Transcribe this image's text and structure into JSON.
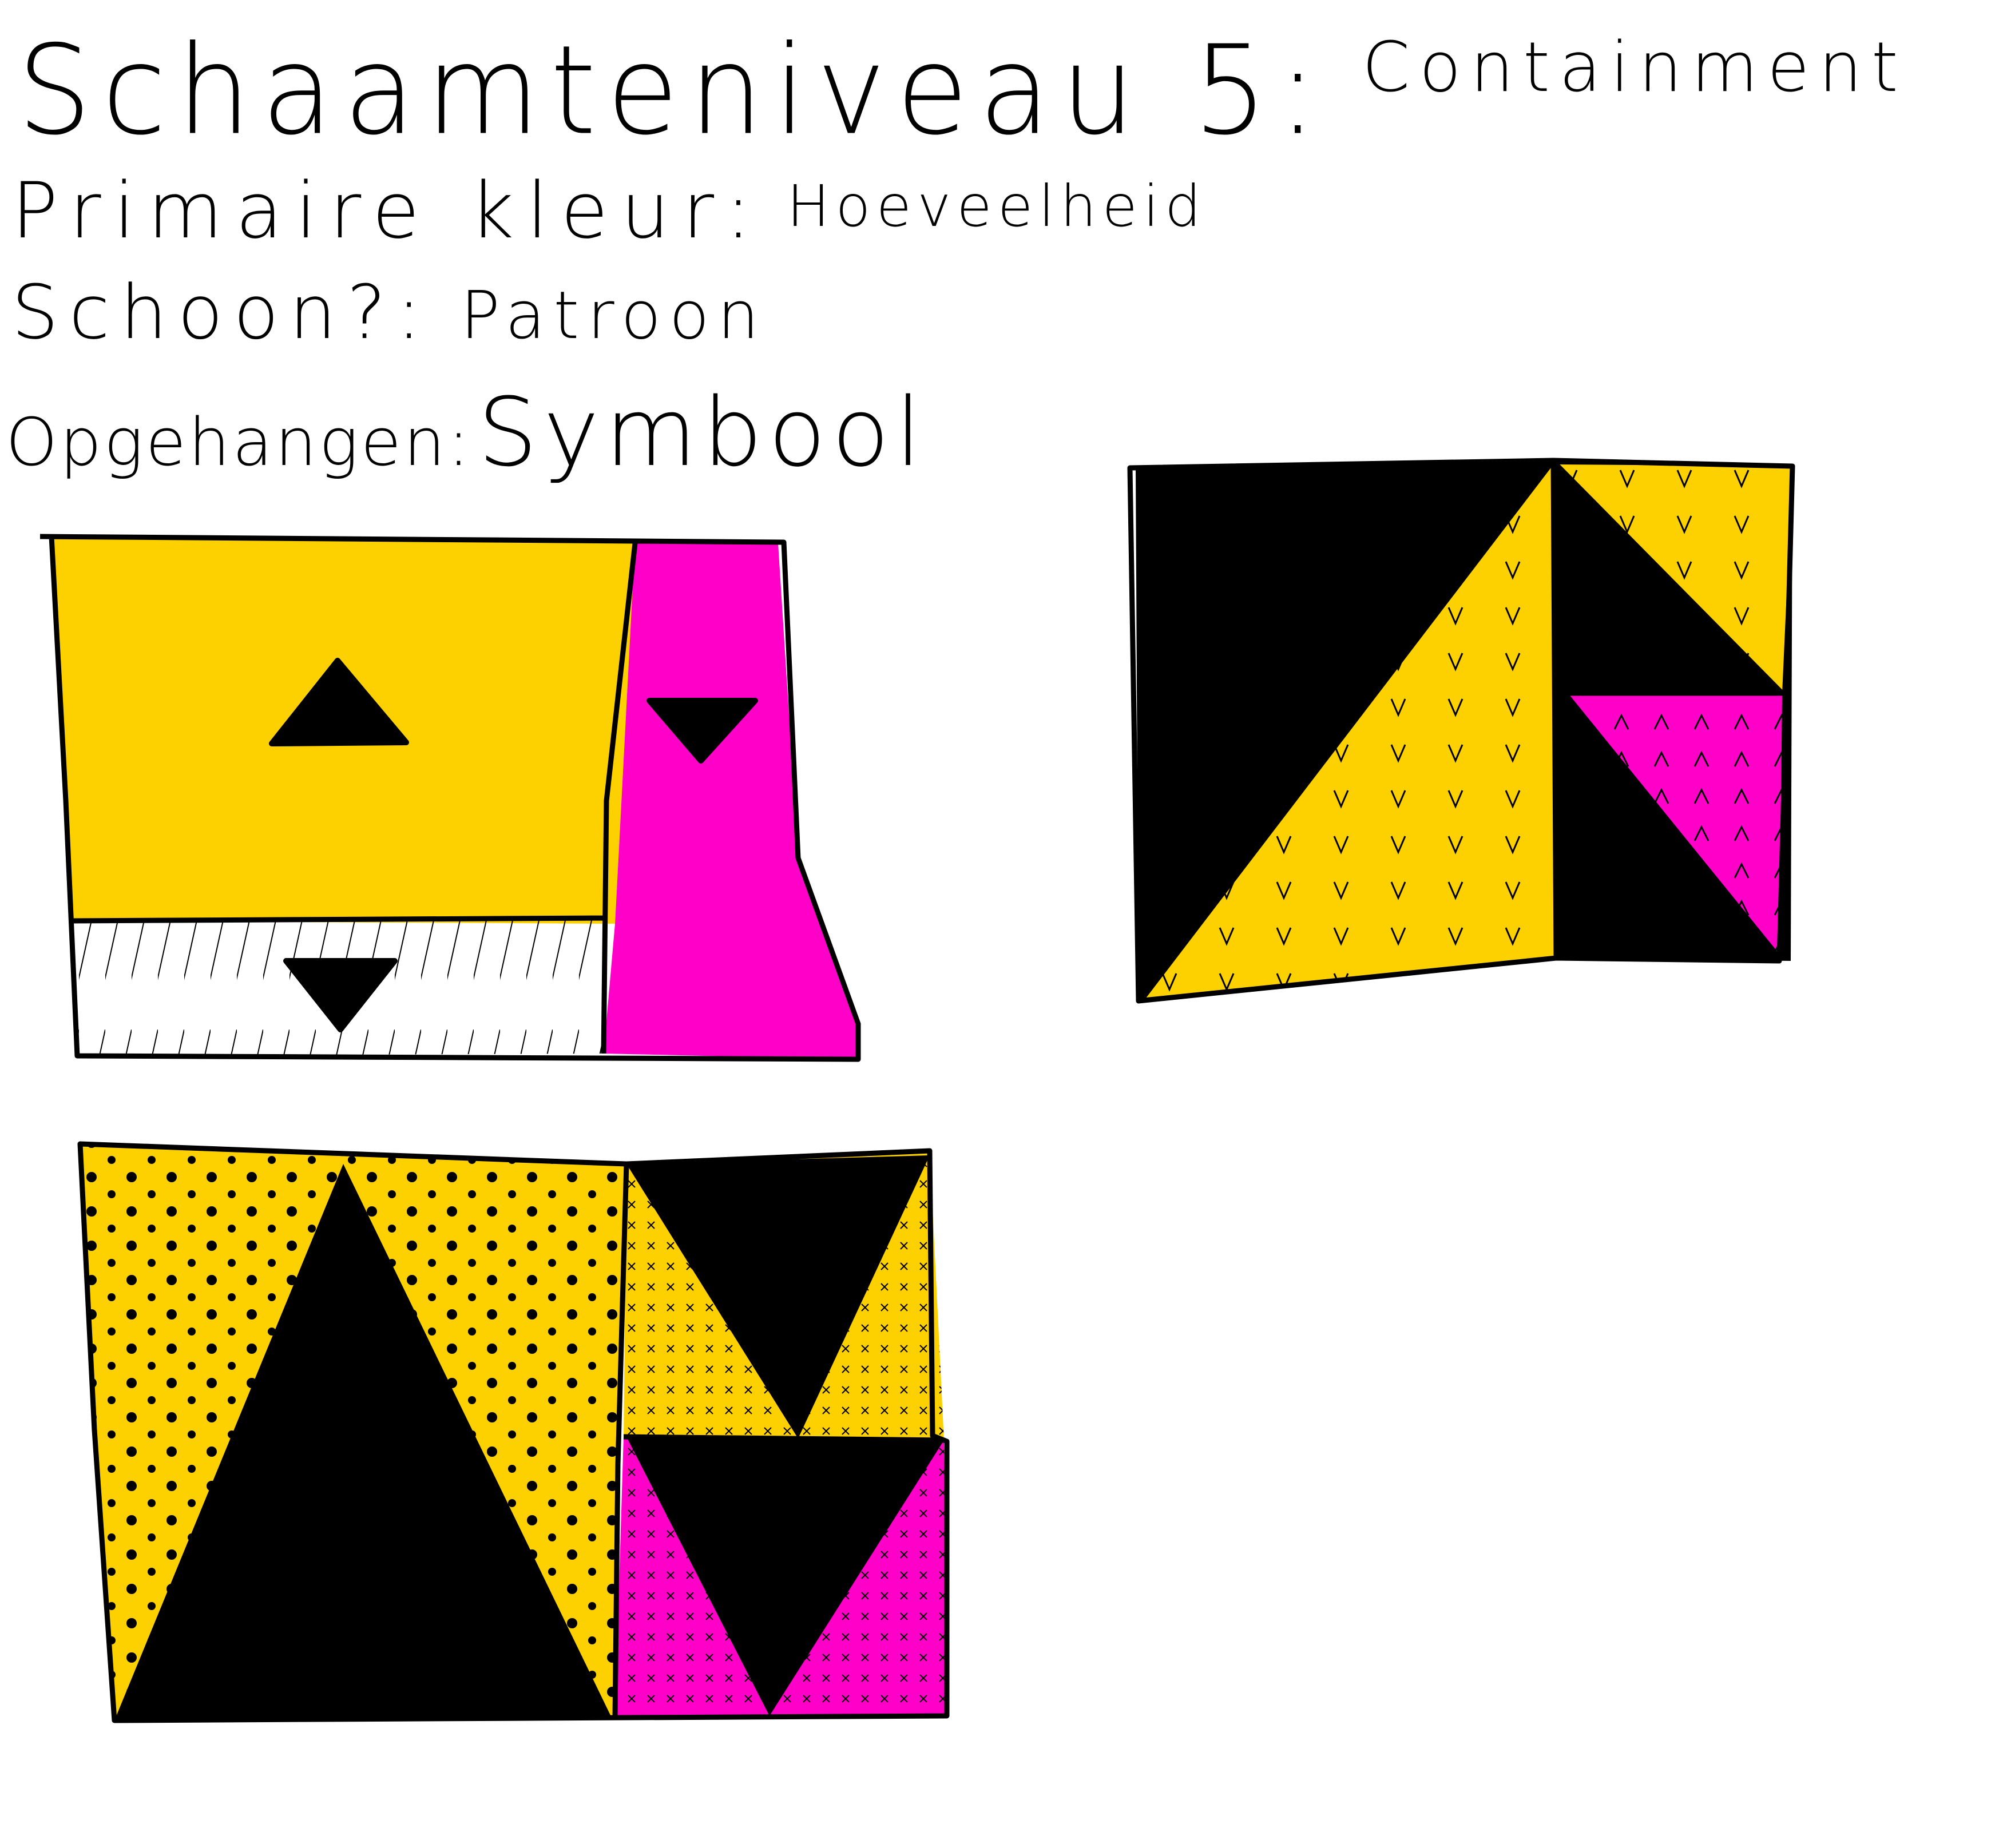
{
  "notes": {
    "level_label": "Schaamteniveau 5:",
    "level_value": "Containment",
    "color_label": "Primaire kleur:",
    "color_value": "Hoeveelheid",
    "clean_label": "Schoon?:",
    "clean_value": "Patroon",
    "hung_label": "Opgehangen:",
    "hung_value": "Symbool"
  },
  "colors": {
    "yellow": "#fdd000",
    "magenta": "#ff00c8",
    "black": "#000000",
    "paper": "#ffffff"
  },
  "flags": [
    {
      "name": "flag-1",
      "patterns": [
        "plain",
        "hatch"
      ],
      "symbols": [
        "triangle-up",
        "triangle-down",
        "triangle-down"
      ]
    },
    {
      "name": "flag-2",
      "patterns": [
        "v-marks",
        "caret-marks"
      ],
      "symbols": [
        "triangles"
      ]
    },
    {
      "name": "flag-3",
      "patterns": [
        "dots",
        "x-marks"
      ],
      "symbols": [
        "triangle-up",
        "triangle-down",
        "triangle-down"
      ]
    }
  ]
}
